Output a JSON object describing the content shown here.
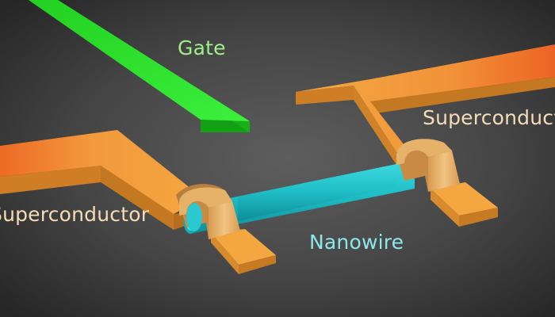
{
  "labels": {
    "gate": "Gate",
    "superconductor_left": "Superconductor",
    "superconductor_right": "Superconductor",
    "nanowire": "Nanowire"
  },
  "colors": {
    "background_center": "#5c5c5c",
    "background_edge": "#2a2a2a",
    "gate": "#2ee82e",
    "superconductor": "#f0a038",
    "superconductor_far_end": "#ee6a26",
    "nanowire": "#22c4cc",
    "contact_clamp": "#eab870",
    "label_gate": "#9ef08a",
    "label_superconductor": "#f6dcb8",
    "label_nanowire": "#8ee6ef"
  }
}
